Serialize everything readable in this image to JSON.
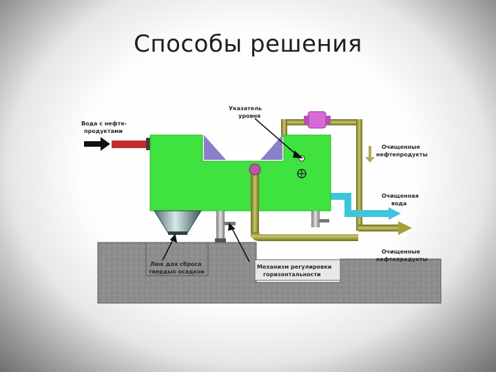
{
  "slide": {
    "title": "Способы решения"
  },
  "labels": {
    "input_water_1": "Вода с  нефте-",
    "input_water_2": "продуктами",
    "level_indicator_1": "Указатель",
    "level_indicator_2": "уровня",
    "clean_oil_top_1": "Очищенные",
    "clean_oil_top_2": "нефтепродукты",
    "clean_water_1": "Очищенная",
    "clean_water_2": "вода",
    "clean_oil_bottom_1": "Очищенные",
    "clean_oil_bottom_2": "нефтепродукты",
    "hatch_1": "Люк для сброса",
    "hatch_2": "твердых осадков",
    "mechanism_1": "Механизм регулировки",
    "mechanism_2": "горизонтальности"
  },
  "colors": {
    "tank": "#3fe23f",
    "baffle": "#8a80c8",
    "oil_pipe": "#a4a13c",
    "water_pipe": "#3ec4dd",
    "inlet_pipe": "#c62a2a",
    "indicator": "#d86ad6",
    "ground": "#8e8e8e"
  }
}
